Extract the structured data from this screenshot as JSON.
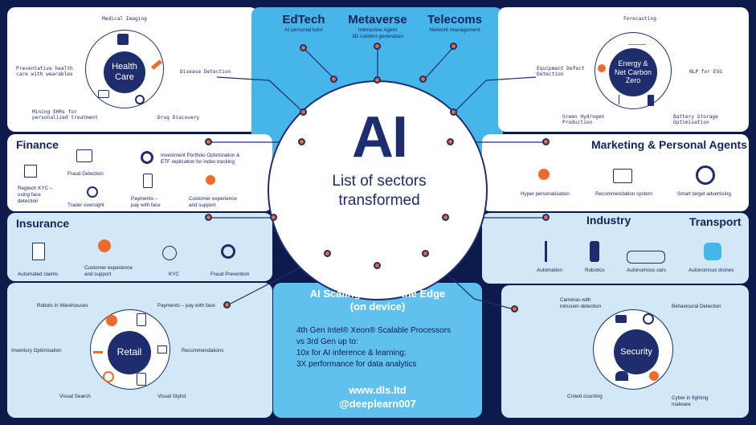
{
  "center": {
    "title": "AI",
    "subtitle": "List of sectors",
    "subtitle2": "transformed"
  },
  "top": [
    {
      "name": "EdTech",
      "sub": "AI personal tutor",
      "sub2": ""
    },
    {
      "name": "Metaverse",
      "sub": "Interactive Agent",
      "sub2": "3D content generation"
    },
    {
      "name": "Telecoms",
      "sub": "Network management",
      "sub2": ""
    }
  ],
  "healthcare": {
    "hub": "Health Care",
    "labels": [
      "Medical Imaging",
      "Preventative health",
      "care with wearables",
      "Disease Detection",
      "Mining EHRs for",
      "personalized treatment",
      "Drug Discovery"
    ]
  },
  "energy": {
    "hub": "Energy & Net Carbon Zero",
    "labels": [
      "Forecasting",
      "Equipment Defect",
      "Detection",
      "NLP for ESG",
      "Green Hydrogen",
      "Production",
      "Battery Storage",
      "Optimisation"
    ]
  },
  "finance": {
    "title": "Finance",
    "items": [
      "Regtech KYC –",
      "using face",
      "detection",
      "Fraud Detection",
      "Trader oversight",
      "Investment Portfolio Optimization &",
      "ETF replication for index tracking",
      "Payments –",
      "pay with face",
      "Customer experience",
      "and support"
    ]
  },
  "marketing": {
    "title": "Marketing & Personal Agents",
    "items": [
      "Hyper personalisation",
      "Recommendation system",
      "Smart target advertising"
    ]
  },
  "insurance": {
    "title": "Insurance",
    "items": [
      "Automated claims",
      "Customer experience",
      "and support",
      "KYC",
      "Fraud Prevention"
    ]
  },
  "industry": {
    "title": "Industry",
    "items": [
      "Automation",
      "Robotics"
    ]
  },
  "transport": {
    "title": "Transport",
    "items": [
      "Autonomous cars",
      "Autonomous drones"
    ]
  },
  "retail": {
    "hub": "Retail",
    "labels": [
      "Robots in Warehouses",
      "Payments – pay with face",
      "Inventory Optimisation",
      "Recommendations",
      "Visual Search",
      "Visual Stylist"
    ]
  },
  "edge": {
    "title": "AI Scaling Across the Edge",
    "title2": "(on device)",
    "lines": [
      "4th Gen Intel® Xeon® Scalable Processors",
      "vs 3rd Gen up to:",
      "10x for AI inference & learning;",
      "3X performance for data analytics"
    ],
    "web": "www.dls.ltd",
    "handle": "@deeplearn007"
  },
  "security": {
    "hub": "Security",
    "labels": [
      "Cameras with",
      "intrusion detection",
      "Behavioural Detection",
      "Crowd counting",
      "Cyber in fighting",
      "malware"
    ]
  },
  "colors": {
    "navy": "#1e2d6d",
    "accent": "#f06b2b",
    "blue": "#46b5ea",
    "pale": "#d2e8f6"
  }
}
